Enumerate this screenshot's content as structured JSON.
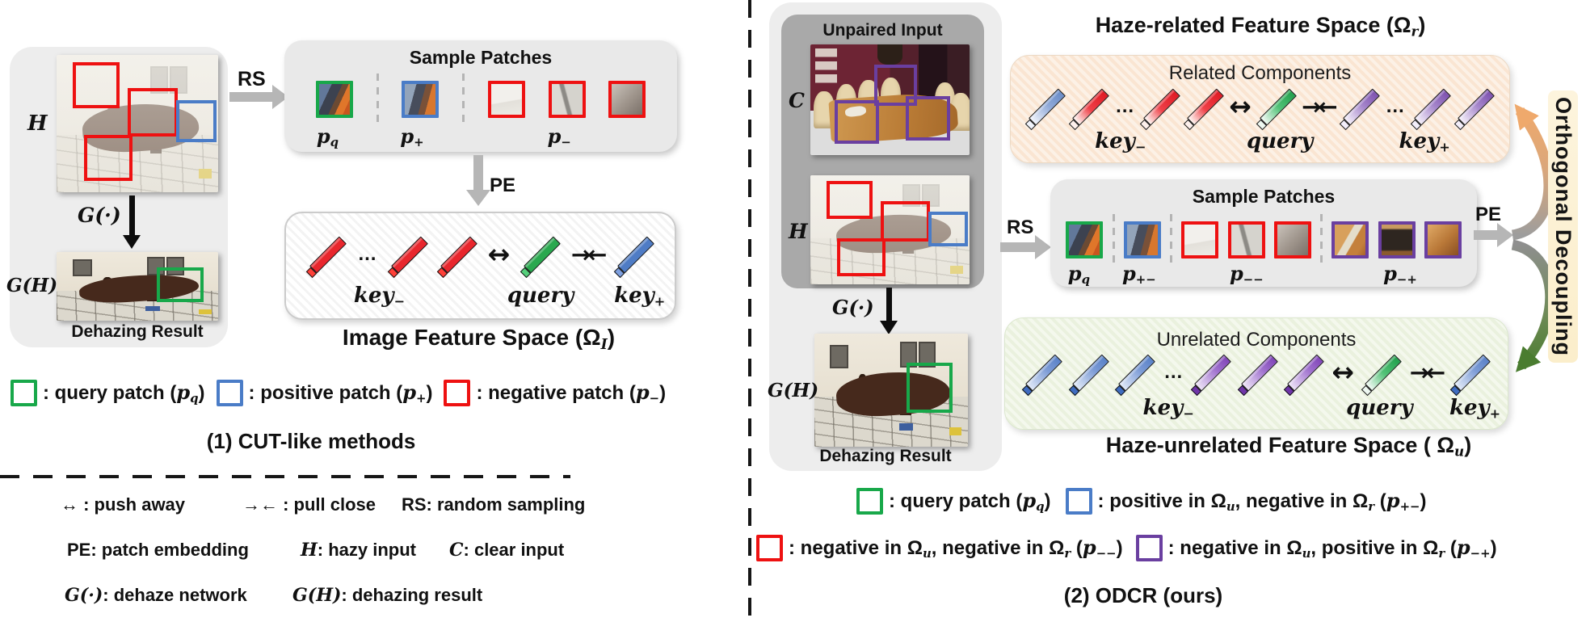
{
  "symbols": {
    "dots": "…",
    "push": "↔",
    "pull": "→←"
  },
  "colors": {
    "query_green": "#18a84a",
    "positive_blue": "#4a7cc7",
    "negative_red": "#ee1111",
    "purple": "#6a3fa0",
    "arrow_gray": "#b6b6b6",
    "orange_arrow": "#efa96c",
    "green_arrow": "#4a7c30",
    "peach_box": "#fbe9d8",
    "mint_box": "#eef4e3"
  },
  "left": {
    "hazy_label": [
      {
        "m": "H"
      }
    ],
    "gen_label": [
      {
        "m": "G(·)"
      }
    ],
    "result_label": [
      {
        "m": "G(H)"
      }
    ],
    "result_caption": "Dehazing Result",
    "rs": "RS",
    "pe": "PE",
    "sample_title": "Sample Patches",
    "sample_row": [
      {
        "p": "pq",
        "b": "green"
      },
      {
        "sep": 1
      },
      {
        "p": "pplus",
        "b": "blue"
      },
      {
        "sep": 1
      },
      {
        "p": "pneg1",
        "b": "red"
      },
      {
        "p": "pneg2",
        "b": "red"
      },
      {
        "p": "pneg3",
        "b": "red"
      }
    ],
    "lab_pq": [
      {
        "m": "p"
      },
      {
        "s": "q"
      }
    ],
    "lab_pplus": [
      {
        "m": "p"
      },
      {
        "s": "+"
      }
    ],
    "lab_pneg": [
      {
        "m": "p"
      },
      {
        "s": "−"
      }
    ],
    "bars": [
      {
        "bar": "b-red"
      },
      {
        "dots": 1
      },
      {
        "bar": "b-red"
      },
      {
        "bar": "b-red"
      },
      {
        "push": 1
      },
      {
        "bar": "b-green"
      },
      {
        "pull": 1
      },
      {
        "bar": "b-blue"
      }
    ],
    "lab_keyneg": [
      {
        "m": "key"
      },
      {
        "s": "−"
      }
    ],
    "lab_query": [
      {
        "m": "query"
      }
    ],
    "lab_keypos": [
      {
        "m": "key"
      },
      {
        "s": "+"
      }
    ],
    "ifs_title": [
      {
        "t": "Image Feature Space (Ω"
      },
      {
        "s": "I"
      },
      {
        "t": ")"
      }
    ],
    "caption": "(1) CUT-like methods",
    "legend": [
      {
        "box": "green",
        "text": [
          {
            "t": ": query patch ("
          },
          {
            "m": "p"
          },
          {
            "s": "q"
          },
          {
            "t": ")"
          }
        ]
      },
      {
        "box": "blue",
        "text": [
          {
            "t": ": positive patch ("
          },
          {
            "m": "p"
          },
          {
            "s": "+"
          },
          {
            "t": ")"
          }
        ]
      },
      {
        "box": "red",
        "text": [
          {
            "t": ": negative patch ("
          },
          {
            "m": "p"
          },
          {
            "s": "−"
          },
          {
            "t": ")"
          }
        ]
      }
    ]
  },
  "glossary": {
    "row1": [
      "↔ : push away",
      "→← : pull close",
      "RS: random sampling"
    ],
    "row2a": "PE: patch embedding",
    "row2b": [
      {
        "m": "H"
      },
      {
        "t": ": hazy input"
      }
    ],
    "row2c": [
      {
        "m": "C"
      },
      {
        "t": ": clear input"
      }
    ],
    "row3a": [
      {
        "m": "G(·)"
      },
      {
        "t": ": dehaze network"
      }
    ],
    "row3b": [
      {
        "m": "G(H)"
      },
      {
        "t": ": dehazing result"
      }
    ]
  },
  "right": {
    "unpaired_title": "Unpaired Input",
    "clear_label": [
      {
        "m": "C"
      }
    ],
    "hazy_label": [
      {
        "m": "H"
      }
    ],
    "gen_label": [
      {
        "m": "G(·)"
      }
    ],
    "result_label": [
      {
        "m": "G(H)"
      }
    ],
    "result_caption": "Dehazing Result",
    "rs": "RS",
    "pe": "PE",
    "related_space_title": [
      {
        "t": "Haze-related Feature Space  (Ω"
      },
      {
        "s": "r"
      },
      {
        "t": ")"
      }
    ],
    "related_title": "Related Components",
    "related_bars": [
      {
        "bar": "g-blue"
      },
      {
        "bar": "g-red"
      },
      {
        "dots": 1
      },
      {
        "bar": "g-red"
      },
      {
        "bar": "g-red"
      },
      {
        "push": 1
      },
      {
        "bar": "g-green"
      },
      {
        "pull": 1
      },
      {
        "bar": "g-purple"
      },
      {
        "dots": 1
      },
      {
        "bar": "g-purple"
      },
      {
        "bar": "g-purple"
      }
    ],
    "sample_title": "Sample Patches",
    "sample_row": [
      {
        "p": "pq",
        "b": "green"
      },
      {
        "sep": 1
      },
      {
        "p": "pplus",
        "b": "blue"
      },
      {
        "sep": 1
      },
      {
        "p": "pneg1",
        "b": "red"
      },
      {
        "p": "pneg2",
        "b": "red"
      },
      {
        "p": "pneg3",
        "b": "red"
      },
      {
        "sep": 1
      },
      {
        "p": "ppur1",
        "b": "purple"
      },
      {
        "p": "ppur2",
        "b": "purple"
      },
      {
        "p": "ppur3",
        "b": "purple"
      }
    ],
    "lab_pq": [
      {
        "m": "p"
      },
      {
        "s": "q"
      }
    ],
    "lab_ppm": [
      {
        "m": "p"
      },
      {
        "s": "+−"
      }
    ],
    "lab_pmm": [
      {
        "m": "p"
      },
      {
        "s": "−−"
      }
    ],
    "lab_pmp": [
      {
        "m": "p"
      },
      {
        "s": "−+"
      }
    ],
    "unrelated_title": "Unrelated Components",
    "unrelated_bars": [
      {
        "bar": "u-blue"
      },
      {
        "bar": "u-blue"
      },
      {
        "bar": "u-blue"
      },
      {
        "dots": 1
      },
      {
        "bar": "u-purple"
      },
      {
        "bar": "u-purple"
      },
      {
        "bar": "u-purple"
      },
      {
        "push": 1
      },
      {
        "bar": "g-green"
      },
      {
        "pull": 1
      },
      {
        "bar": "u-blue"
      }
    ],
    "lab_keyneg": [
      {
        "m": "key"
      },
      {
        "s": "−"
      }
    ],
    "lab_query": [
      {
        "m": "query"
      }
    ],
    "lab_keypos": [
      {
        "m": "key"
      },
      {
        "s": "+"
      }
    ],
    "unrelated_space_title": [
      {
        "t": "Haze-unrelated Feature Space ( Ω"
      },
      {
        "s": "u"
      },
      {
        "t": ")"
      }
    ],
    "orthogonal": "Orthogonal Decoupling",
    "caption": "(2) ODCR (ours)",
    "legend1": [
      {
        "box": "green",
        "text": [
          {
            "t": ": query patch ("
          },
          {
            "m": "p"
          },
          {
            "s": "q"
          },
          {
            "t": ")"
          }
        ]
      },
      {
        "box": "blue",
        "text": [
          {
            "t": ": positive in Ω"
          },
          {
            "s": "u"
          },
          {
            "t": ", negative in Ω"
          },
          {
            "s": "r"
          },
          {
            "t": " ("
          },
          {
            "m": "p"
          },
          {
            "s": "+−"
          },
          {
            "t": ")"
          }
        ]
      }
    ],
    "legend2": [
      {
        "box": "red",
        "text": [
          {
            "t": ": negative in Ω"
          },
          {
            "s": "u"
          },
          {
            "t": ", negative in Ω"
          },
          {
            "s": "r"
          },
          {
            "t": " ("
          },
          {
            "m": "p"
          },
          {
            "s": "−−"
          },
          {
            "t": ")"
          }
        ]
      },
      {
        "box": "purple",
        "text": [
          {
            "t": ": negative in Ω"
          },
          {
            "s": "u"
          },
          {
            "t": ", positive in Ω"
          },
          {
            "s": "r"
          },
          {
            "t": " ("
          },
          {
            "m": "p"
          },
          {
            "s": "−+"
          },
          {
            "t": ")"
          }
        ]
      }
    ]
  }
}
